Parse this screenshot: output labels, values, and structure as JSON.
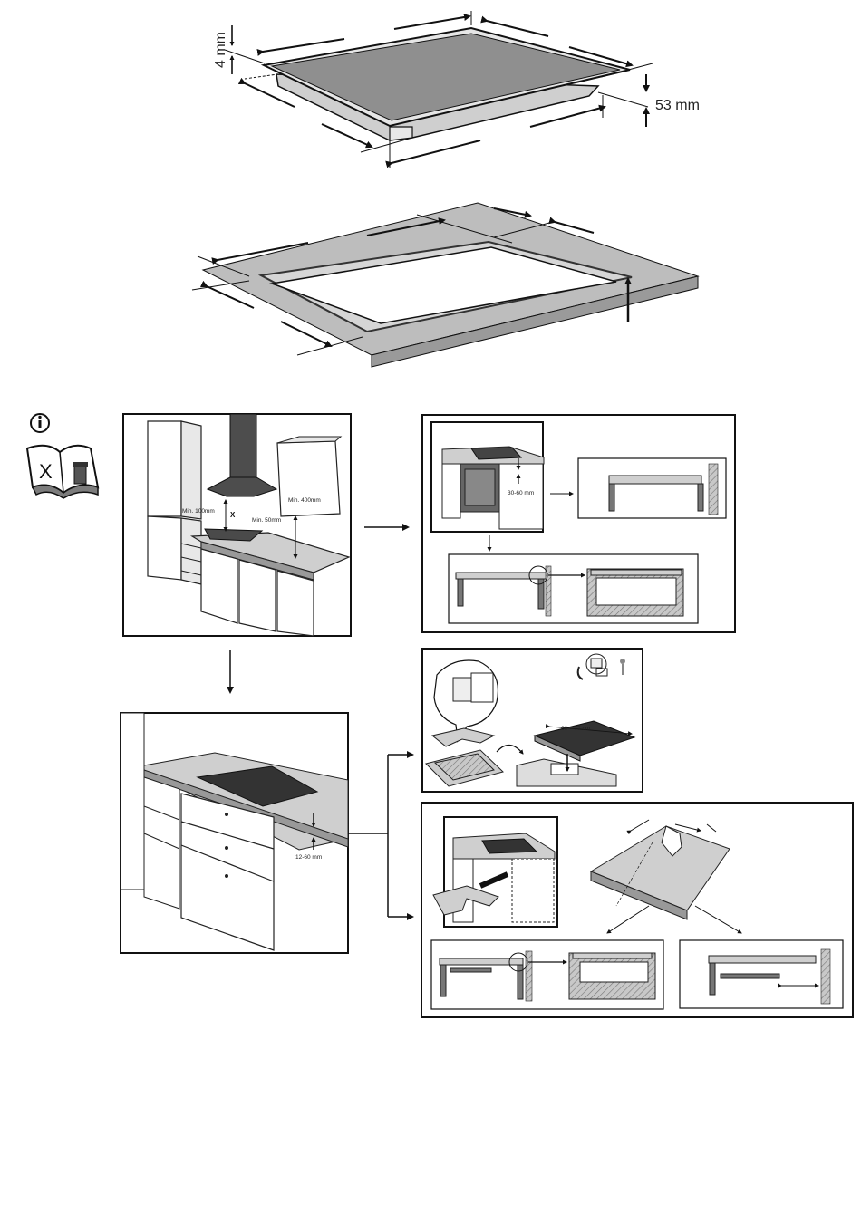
{
  "hob_dimensions": {
    "thickness_label": "4 mm",
    "height_label": "53 mm"
  },
  "kitchen_clearances": {
    "side_left": "Min. 100mm",
    "side_right": "Min. 50mm",
    "above": "Min. 400mm",
    "hood_label": "X"
  },
  "info_icon": {
    "book_label": "X"
  },
  "oven_install": {
    "gap_label": "30-60 mm"
  },
  "drawer_install": {
    "gap_label": "12-60 mm"
  },
  "cutout_template": {
    "width_label": "60 ÷ 77 cm"
  }
}
